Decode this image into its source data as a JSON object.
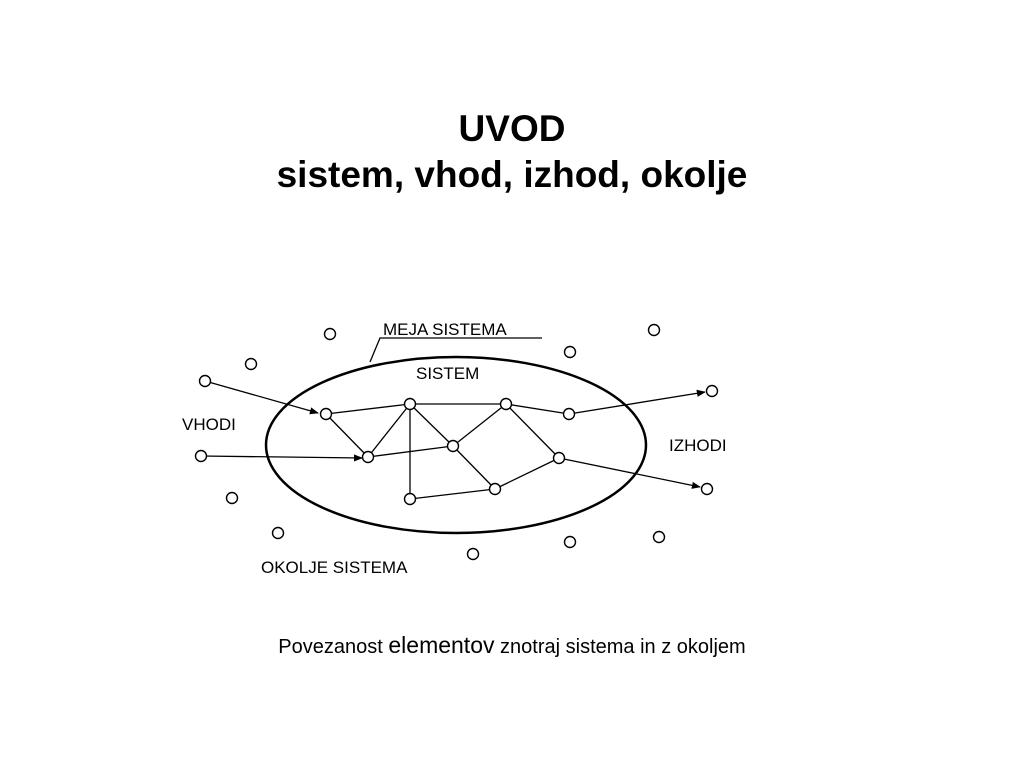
{
  "slide": {
    "title_line1": "UVOD",
    "title_line2": "sistem, vhod, izhod, okolje"
  },
  "diagram": {
    "labels": {
      "boundary": "MEJA SISTEMA",
      "system": "SISTEM",
      "inputs": "VHODI",
      "outputs": "IZHODI",
      "environment": "OKOLJE SISTEMA"
    }
  },
  "caption": {
    "part1": "Povezanost ",
    "emphasis": "elementov",
    "part2": " znotraj sistema in z okoljem"
  }
}
